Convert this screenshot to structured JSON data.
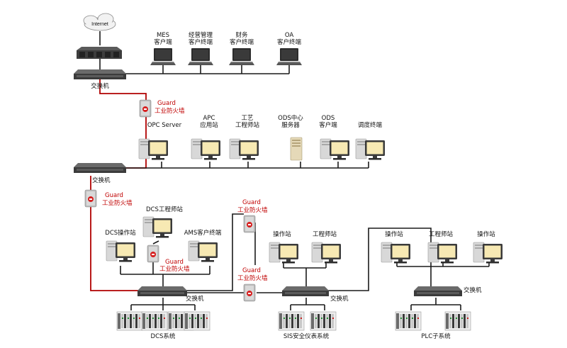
{
  "internet": {
    "label": "Internet"
  },
  "office_clients": [
    {
      "line1": "MES",
      "line2": "客户端"
    },
    {
      "line1": "经营管理",
      "line2": "客户终端"
    },
    {
      "line1": "财务",
      "line2": "客户终端"
    },
    {
      "line1": "OA",
      "line2": "客户终端"
    }
  ],
  "switches": {
    "top": "交换机",
    "mid": "交换机",
    "dcs": "交换机",
    "sis": "交换机",
    "plc": "交换机"
  },
  "firewalls": {
    "fw1": {
      "line1": "Guard",
      "line2": "工业防火墙"
    },
    "fw2": {
      "line1": "Guard",
      "line2": "工业防火墙"
    },
    "fw3": {
      "line1": "Guard",
      "line2": "工业防火墙"
    },
    "fw4": {
      "line1": "Guard",
      "line2": "工业防火墙"
    },
    "fw5": {
      "line1": "Guard",
      "line2": "工业防火墙"
    }
  },
  "control_stations": [
    {
      "line1": "",
      "line2": "OPC Server"
    },
    {
      "line1": "APC",
      "line2": "应用站"
    },
    {
      "line1": "工艺",
      "line2": "工程师站"
    },
    {
      "line1": "ODS中心",
      "line2": "服务器"
    },
    {
      "line1": "ODS",
      "line2": "客户端"
    },
    {
      "line1": "",
      "line2": "调度终端"
    }
  ],
  "dcs": {
    "engineer_station": "DCS工程师站",
    "operator_station": "DCS操作站",
    "ams_client": "AMS客户终端",
    "system": "DCS系统"
  },
  "sis": {
    "operator_station": "操作站",
    "engineer_station": "工程师站",
    "system": "SIS安全仪表系统"
  },
  "plc": {
    "operator_station_1": "操作站",
    "engineer_station": "工程师站",
    "operator_station_2": "操作站",
    "system": "PLC子系统"
  }
}
